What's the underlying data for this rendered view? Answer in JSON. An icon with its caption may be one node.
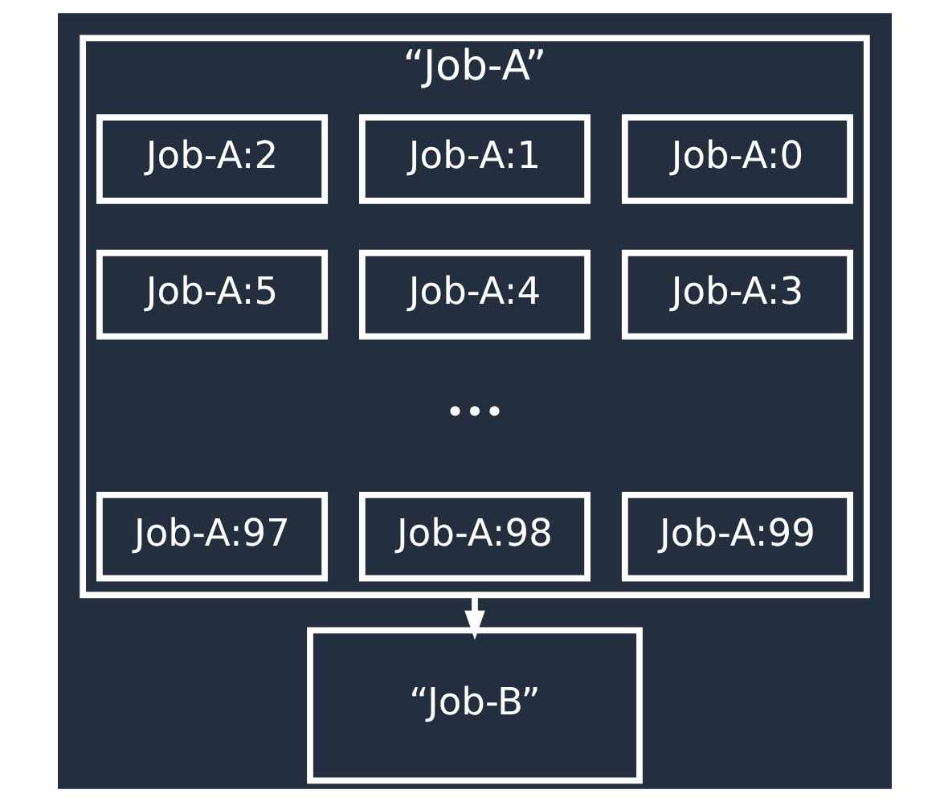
{
  "diagram": {
    "nodes": [
      {
        "text": [
          "“Job-A”"
        ]
      },
      {
        "text": [
          "Job-A:0"
        ],
        "in": 0
      },
      {
        "text": [
          "Job-A:1"
        ],
        "in": 0
      },
      {
        "text": [
          "Job-A:2"
        ],
        "in": 0
      },
      {
        "text": [
          "Job-A:3"
        ],
        "in": 0
      },
      {
        "text": [
          "Job-A:4"
        ],
        "in": 0
      },
      {
        "text": [
          "Job-A:5"
        ],
        "in": 0
      },
      {
        "text": [
          "Job-A:97"
        ],
        "in": 0
      },
      {
        "text": [
          "Job-A:98"
        ],
        "in": 0
      },
      {
        "text": [
          "Job-A:99"
        ],
        "in": 0
      },
      {
        "text": [
          "“Job-B”"
        ]
      }
    ],
    "edges": [
      {
        "from": 0,
        "to": 10,
        "arrow": "to"
      }
    ],
    "labels": [
      "•••"
    ]
  }
}
